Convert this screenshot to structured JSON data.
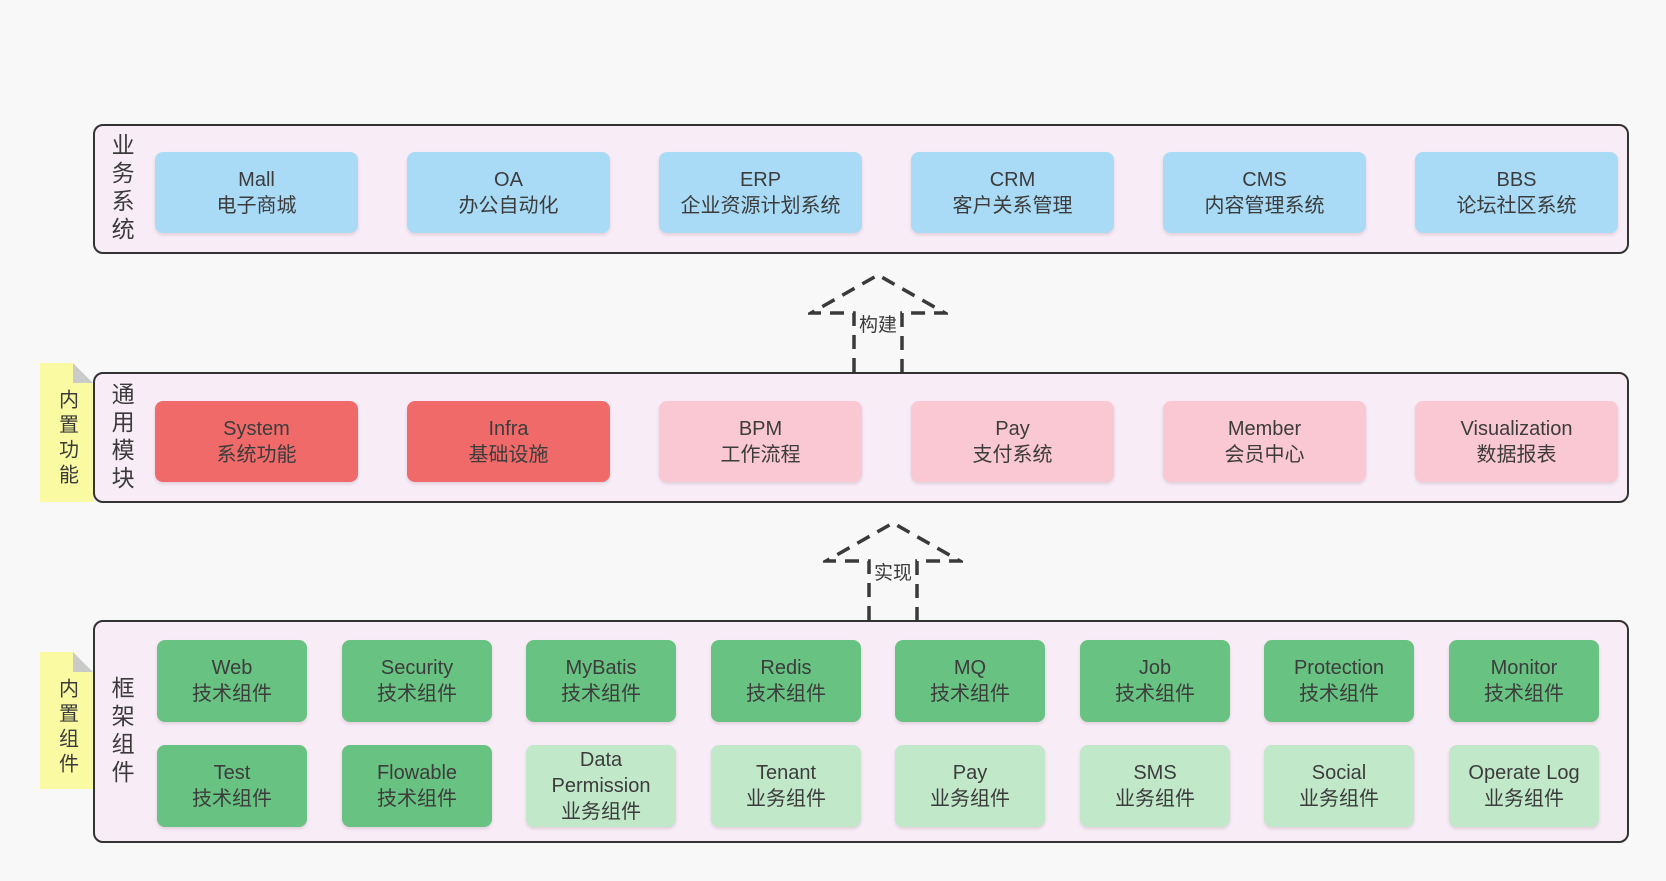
{
  "diagram": {
    "bands": {
      "business": {
        "label": "业务系统",
        "boxes": [
          {
            "title": "Mall",
            "subtitle": "电子商城"
          },
          {
            "title": "OA",
            "subtitle": "办公自动化"
          },
          {
            "title": "ERP",
            "subtitle": "企业资源计划系统"
          },
          {
            "title": "CRM",
            "subtitle": "客户关系管理"
          },
          {
            "title": "CMS",
            "subtitle": "内容管理系统"
          },
          {
            "title": "BBS",
            "subtitle": "论坛社区系统"
          }
        ]
      },
      "modules": {
        "label": "通用模块",
        "sticky": "内置功能",
        "boxes": [
          {
            "title": "System",
            "subtitle": "系统功能"
          },
          {
            "title": "Infra",
            "subtitle": "基础设施"
          },
          {
            "title": "BPM",
            "subtitle": "工作流程"
          },
          {
            "title": "Pay",
            "subtitle": "支付系统"
          },
          {
            "title": "Member",
            "subtitle": "会员中心"
          },
          {
            "title": "Visualization",
            "subtitle": "数据报表"
          }
        ]
      },
      "components": {
        "label": "框架组件",
        "sticky": "内置组件",
        "row1": [
          {
            "title": "Web",
            "subtitle": "技术组件"
          },
          {
            "title": "Security",
            "subtitle": "技术组件"
          },
          {
            "title": "MyBatis",
            "subtitle": "技术组件"
          },
          {
            "title": "Redis",
            "subtitle": "技术组件"
          },
          {
            "title": "MQ",
            "subtitle": "技术组件"
          },
          {
            "title": "Job",
            "subtitle": "技术组件"
          },
          {
            "title": "Protection",
            "subtitle": "技术组件"
          },
          {
            "title": "Monitor",
            "subtitle": "技术组件"
          }
        ],
        "row2": [
          {
            "title": "Test",
            "subtitle": "技术组件"
          },
          {
            "title": "Flowable",
            "subtitle": "技术组件"
          },
          {
            "title": "Data Permission",
            "subtitle": "业务组件"
          },
          {
            "title": "Tenant",
            "subtitle": "业务组件"
          },
          {
            "title": "Pay",
            "subtitle": "业务组件"
          },
          {
            "title": "SMS",
            "subtitle": "业务组件"
          },
          {
            "title": "Social",
            "subtitle": "业务组件"
          },
          {
            "title": "Operate Log",
            "subtitle": "业务组件"
          }
        ]
      }
    },
    "arrows": {
      "build": "构建",
      "implement": "实现"
    },
    "colors": {
      "page_bg": "#F8F8F8",
      "band_bg": "#F8EDF7",
      "band_border": "#333333",
      "blue_box": "#A9DBF6",
      "red_box": "#F16A6A",
      "pink_box": "#FAC8D2",
      "green_box": "#68C281",
      "light_green_box": "#C0E8C9",
      "sticky_note": "#FAFAA2",
      "sticky_fold": "#C9CACA"
    }
  }
}
